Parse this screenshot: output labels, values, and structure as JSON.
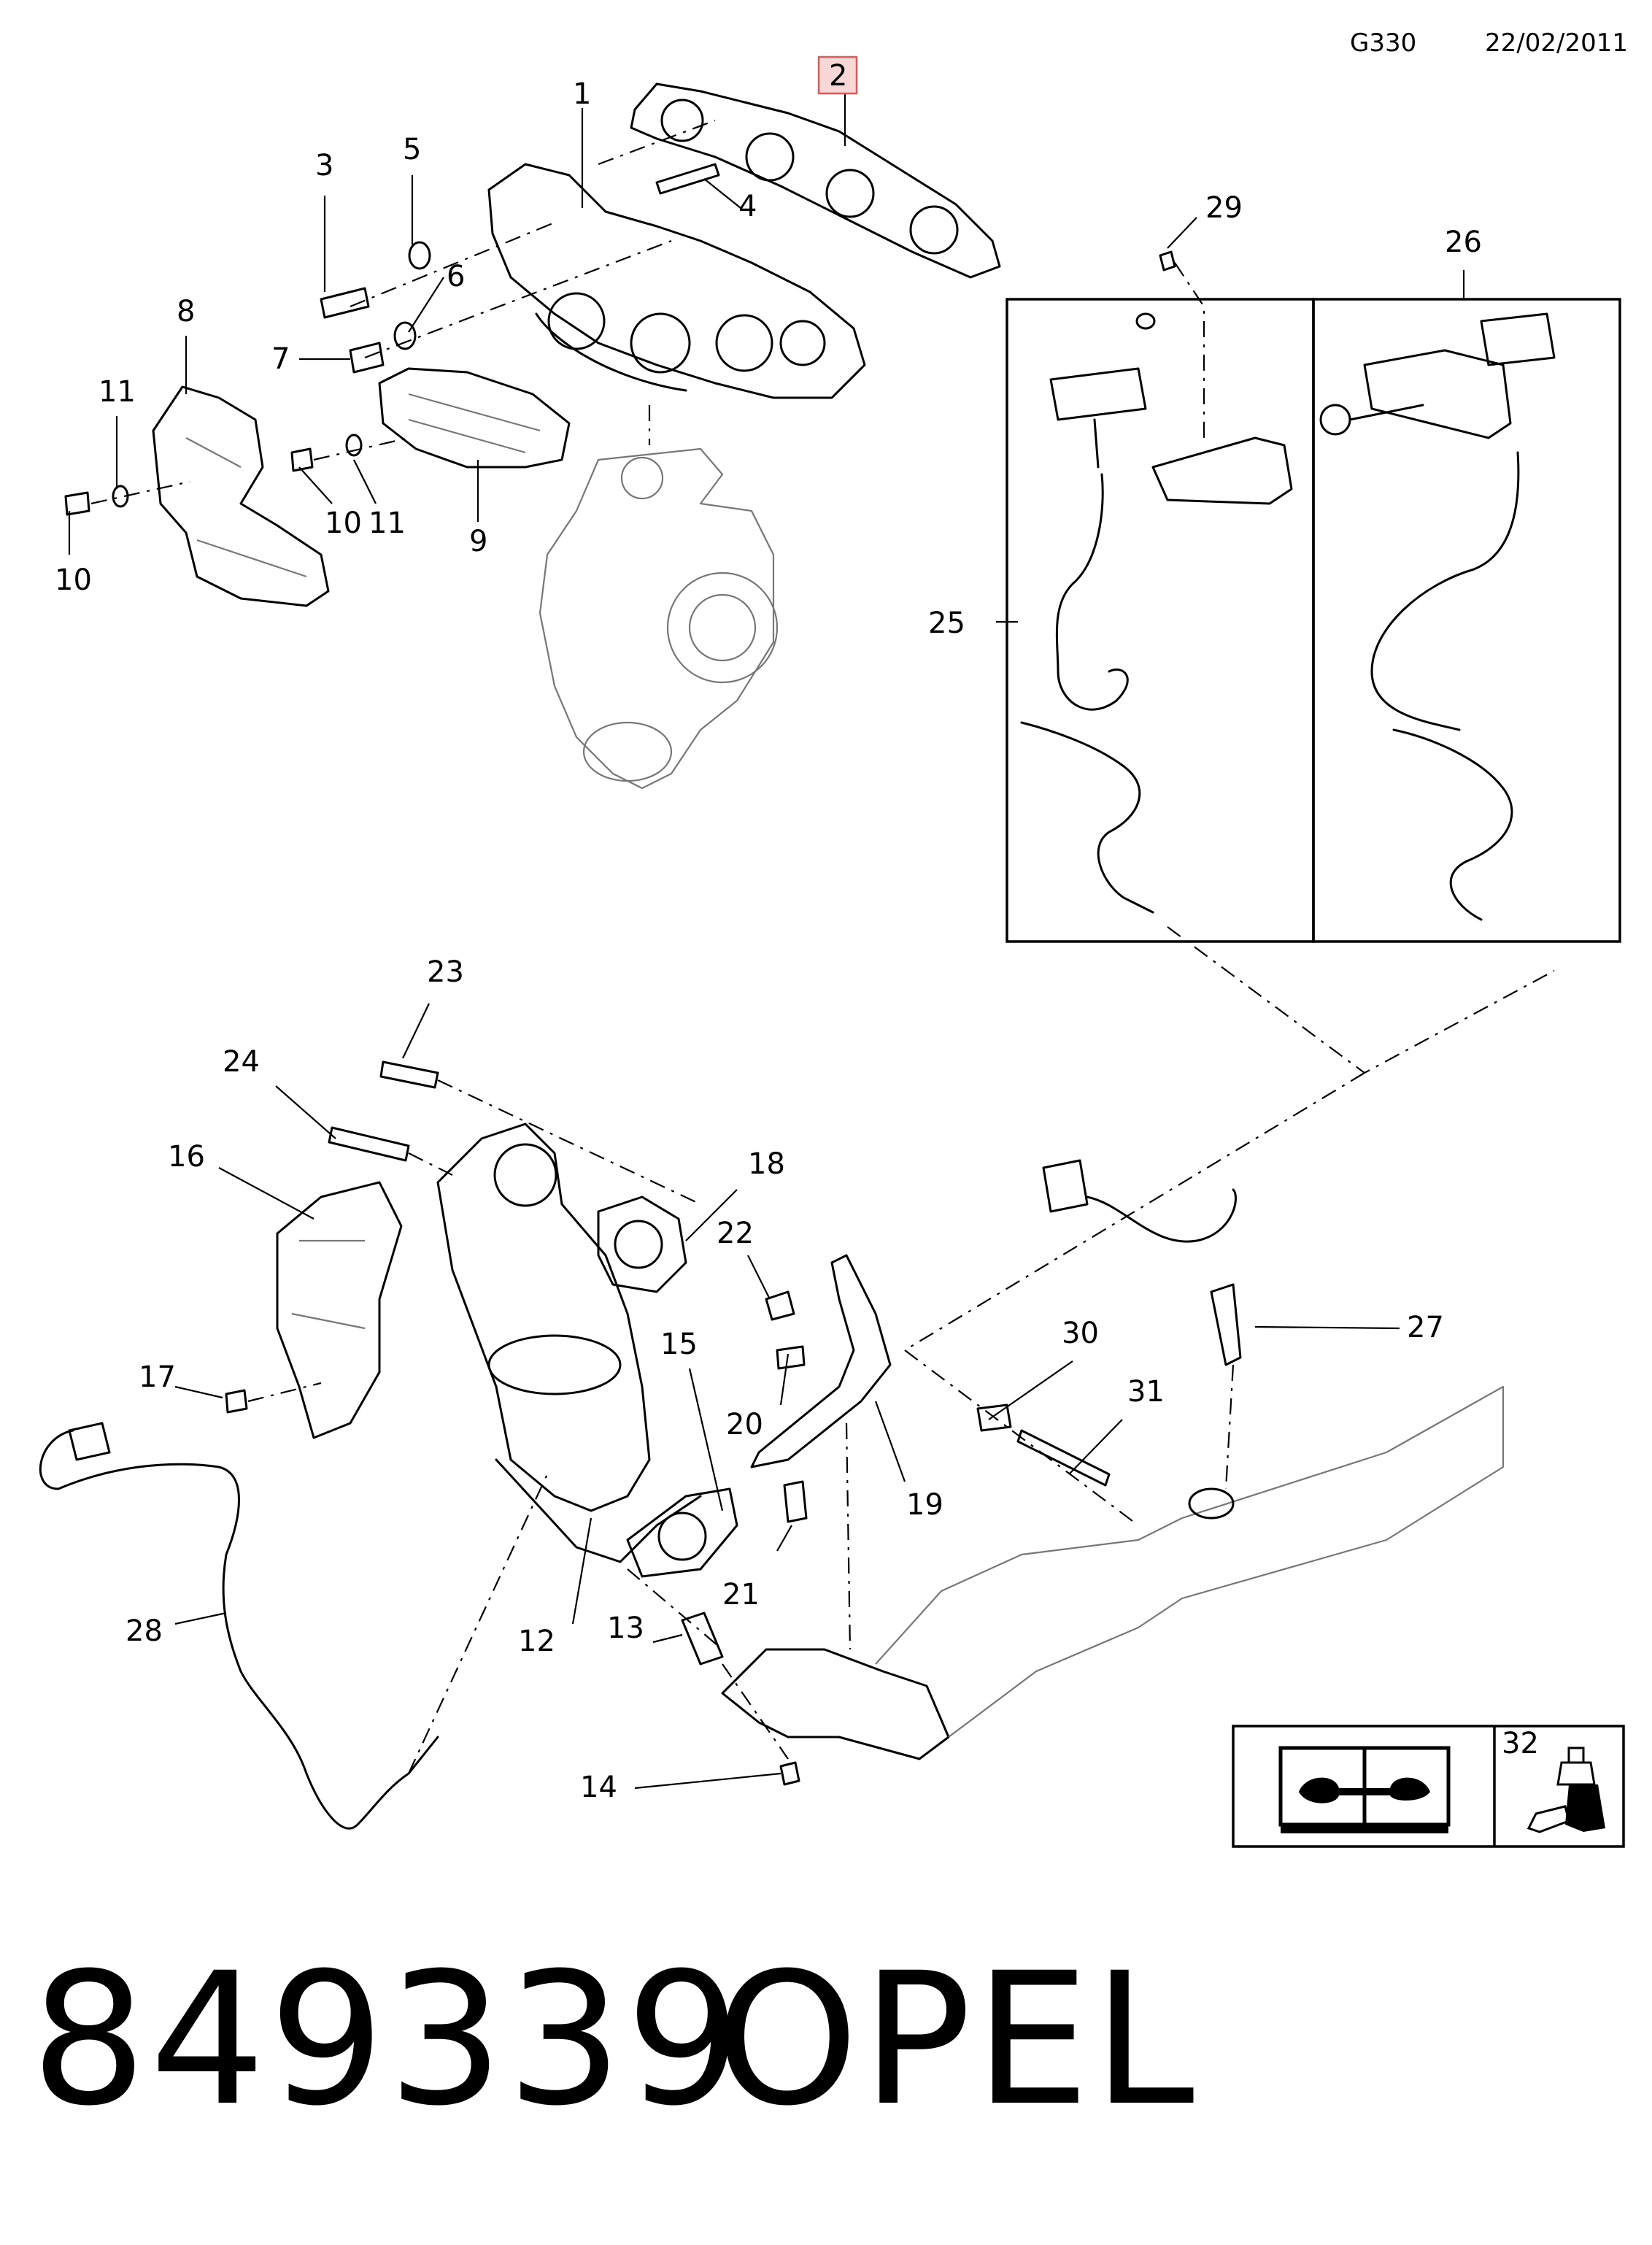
{
  "header": {
    "code": "G330",
    "date": "22/02/2011"
  },
  "callouts": [
    "1",
    "2",
    "3",
    "4",
    "5",
    "6",
    "7",
    "8",
    "9",
    "10",
    "10",
    "11",
    "11",
    "12",
    "13",
    "14",
    "15",
    "16",
    "17",
    "18",
    "19",
    "20",
    "21",
    "22",
    "23",
    "24",
    "25",
    "26",
    "27",
    "28",
    "29",
    "30",
    "31",
    "32"
  ],
  "highlighted_callout": "2",
  "highlight_color": "#e05a5a",
  "icons": [
    "repair-manual-icon",
    "sealant-tube-icon"
  ],
  "footer": {
    "part_number": "849339",
    "brand": "OPEL"
  }
}
